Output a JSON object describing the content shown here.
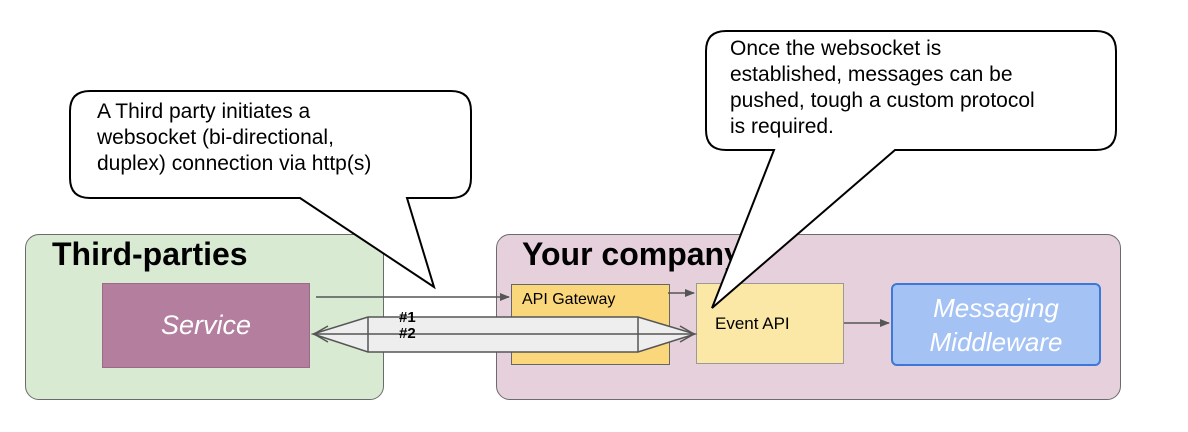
{
  "groups": {
    "third_parties": {
      "title": "Third-parties",
      "color": "#d9ead3"
    },
    "your_company": {
      "title": "Your company",
      "color": "#e6d0dc"
    }
  },
  "components": {
    "service": "Service",
    "api_gateway": "API Gateway",
    "event_api": "Event API",
    "messaging_middleware": [
      "Messaging",
      "Middleware"
    ]
  },
  "connections": {
    "tag_1": "#1",
    "tag_2": "#2"
  },
  "callouts": {
    "left": [
      "A Third party initiates a",
      "websocket (bi-directional,",
      "duplex) connection via http(s)"
    ],
    "right": [
      "Once the websocket is",
      "established, messages can be",
      "pushed, tough a custom protocol",
      "is required."
    ]
  }
}
